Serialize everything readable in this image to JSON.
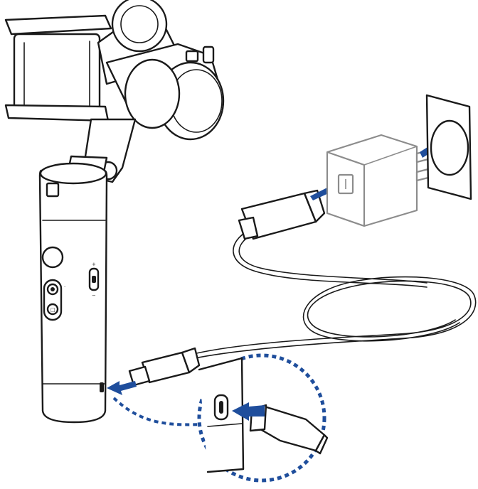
{
  "diagram": {
    "kind": "charging-connection-illustration",
    "components": [
      "gimbal-handle",
      "usb-c-cable",
      "usb-charger",
      "wall-outlet",
      "zoom-inset"
    ],
    "colors": {
      "line": "#1a1a1a",
      "charger_line": "#8c8c8c",
      "arrow": "#1f4e9c",
      "zoom_ring": "#1f4e9c"
    },
    "icons": [
      "arrow-into-usb-c-port-icon",
      "arrow-into-charger-icon",
      "arrow-into-outlet-icon"
    ],
    "handle_glyphs": {
      "plus": "+",
      "minus": "−",
      "menu": "·",
      "mode": "□"
    }
  }
}
